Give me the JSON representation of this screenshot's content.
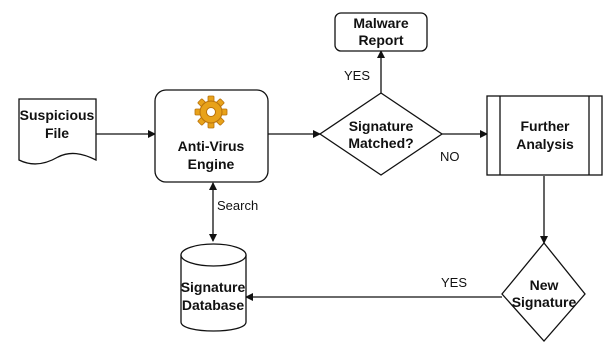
{
  "nodes": {
    "suspicious_file": {
      "line1": "Suspicious",
      "line2": "File"
    },
    "antivirus_engine": {
      "line1": "Anti-Virus",
      "line2": "Engine",
      "icon": "gear-icon"
    },
    "signature_matched": {
      "line1": "Signature",
      "line2": "Matched?"
    },
    "malware_report": {
      "line1": "Malware",
      "line2": "Report"
    },
    "further_analysis": {
      "line1": "Further",
      "line2": "Analysis"
    },
    "new_signature": {
      "line1": "New",
      "line2": "Signature"
    },
    "signature_database": {
      "line1": "Signature",
      "line2": "Database"
    }
  },
  "edge_labels": {
    "yes_to_report": "YES",
    "no_to_analysis": "NO",
    "search": "Search",
    "yes_to_database": "YES"
  },
  "colors": {
    "stroke": "#111111",
    "gear_fill": "#e8a21a",
    "gear_dark": "#b8720c"
  }
}
